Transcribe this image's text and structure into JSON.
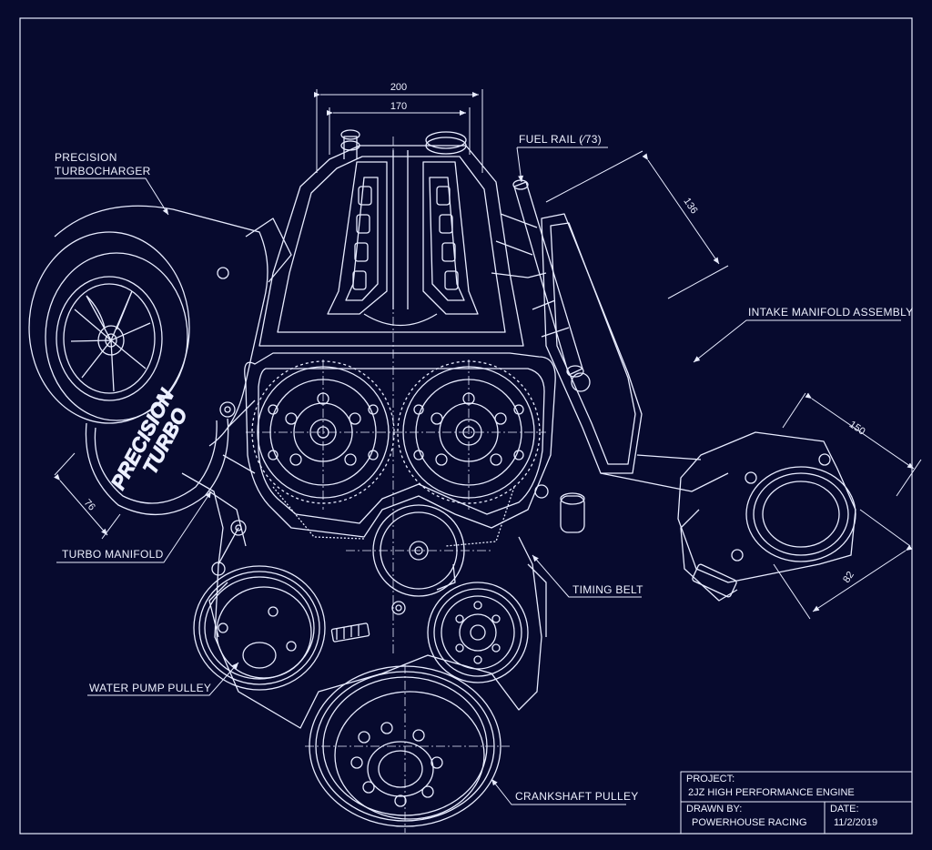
{
  "drawing": {
    "callouts": {
      "turbocharger_line1": "PRECISION",
      "turbocharger_line2": "TURBOCHARGER",
      "fuel_rail": "FUEL RAIL (⁄73)",
      "intake_manifold": "INTAKE MANIFOLD ASSEMBLY",
      "turbo_manifold": "TURBO MANIFOLD",
      "timing_belt": "TIMING BELT",
      "water_pump_pulley": "WATER PUMP PULLEY",
      "crankshaft_pulley": "CRANKSHAFT PULLEY"
    },
    "dimensions": {
      "overall_width": "200",
      "head_width": "170",
      "intake_length": "136",
      "throttle_length": "150",
      "throttle_bore": "82",
      "turbo_outlet": "76"
    },
    "turbo_branding": {
      "line1": "PRECISION",
      "line2": "TURBO"
    }
  },
  "title_block": {
    "project_label": "PROJECT:",
    "project_value": "2JZ HIGH PERFORMANCE  ENGINE",
    "drawn_by_label": "DRAWN BY:",
    "drawn_by_value": "POWERHOUSE RACING",
    "date_label": "DATE:",
    "date_value": "11/2/2019"
  },
  "colors": {
    "background": "#070a2e",
    "linework": "#e8ecff"
  }
}
